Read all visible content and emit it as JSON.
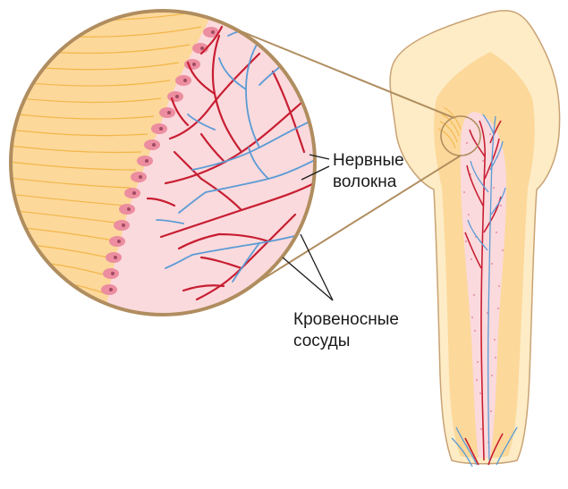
{
  "labels": {
    "nerve_fibers_line1": "Нервные",
    "nerve_fibers_line2": "волокна",
    "blood_vessels_line1": "Кровеносные",
    "blood_vessels_line2": "сосуды"
  },
  "colors": {
    "enamel": "#fdecc6",
    "dentin": "#fcd89a",
    "dentin_lines": "#f2b64a",
    "pulp": "#fadadd",
    "pulp_dots": "#e88aa0",
    "odontoblast": "#ec8da0",
    "odontoblast_nucleus": "#a34a63",
    "blood_vessel": "#c81e32",
    "nerve": "#5b9bd5",
    "lens_outline": "#b08d5f",
    "leader_line": "#1a1a1a"
  }
}
